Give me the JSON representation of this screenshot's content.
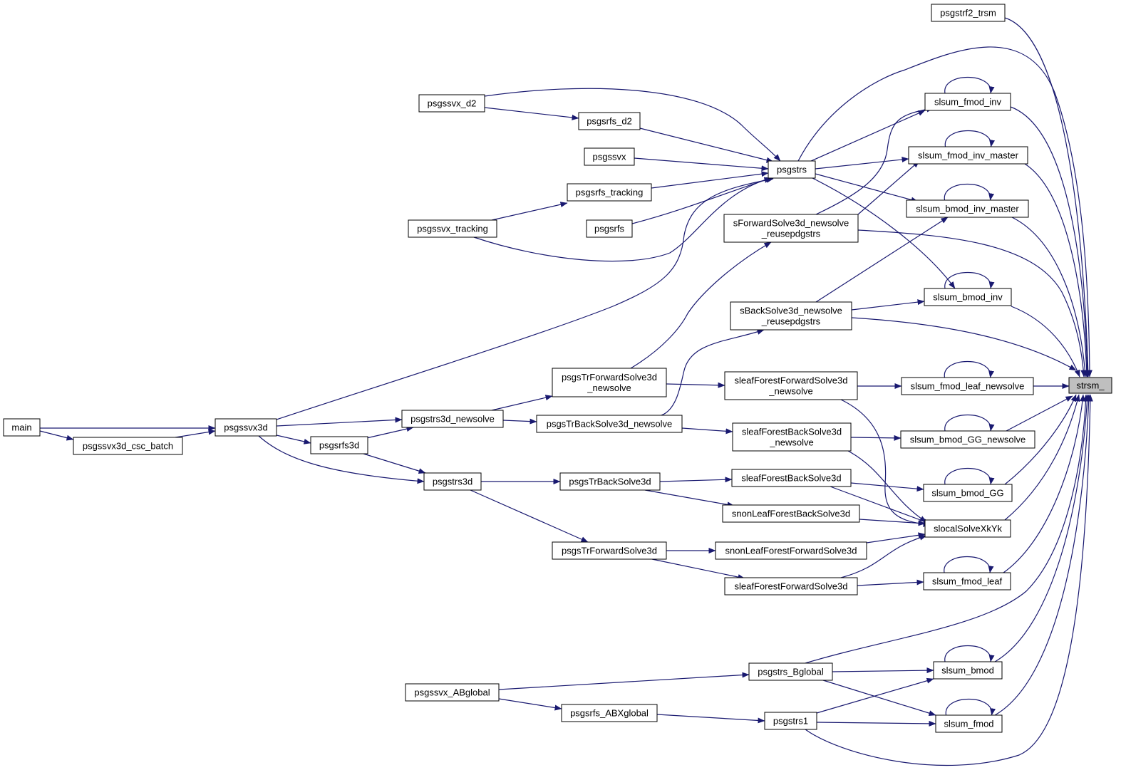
{
  "graph": {
    "type": "caller-graph",
    "edge_color": "#191970",
    "target_fill": "#bfbfbf",
    "nodes": [
      {
        "id": "strsm",
        "label": "strsm_",
        "target": true
      },
      {
        "id": "psgstrf2_trsm",
        "label": "psgstrf2_trsm"
      },
      {
        "id": "slsum_fmod_inv",
        "label": "slsum_fmod_inv"
      },
      {
        "id": "slsum_fmod_inv_master",
        "label": "slsum_fmod_inv_master"
      },
      {
        "id": "slsum_bmod_inv_master",
        "label": "slsum_bmod_inv_master"
      },
      {
        "id": "slsum_bmod_inv",
        "label": "slsum_bmod_inv"
      },
      {
        "id": "slsum_fmod_leaf_newsolve",
        "label": "slsum_fmod_leaf_newsolve"
      },
      {
        "id": "slsum_bmod_GG_newsolve",
        "label": "slsum_bmod_GG_newsolve"
      },
      {
        "id": "slsum_bmod_GG",
        "label": "slsum_bmod_GG"
      },
      {
        "id": "slocalSolveXkYk",
        "label": "slocalSolveXkYk"
      },
      {
        "id": "slsum_fmod_leaf",
        "label": "slsum_fmod_leaf"
      },
      {
        "id": "slsum_bmod",
        "label": "slsum_bmod"
      },
      {
        "id": "slsum_fmod",
        "label": "slsum_fmod"
      },
      {
        "id": "psgstrs",
        "label": "psgstrs"
      },
      {
        "id": "sForwardSolve3d",
        "label": [
          "sForwardSolve3d_newsolve",
          "_reusepdgstrs"
        ]
      },
      {
        "id": "sBackSolve3d",
        "label": [
          "sBackSolve3d_newsolve",
          "_reusepdgstrs"
        ]
      },
      {
        "id": "sleafForestForwardSolve3d_newsolve",
        "label": [
          "sleafForestForwardSolve3d",
          "_newsolve"
        ]
      },
      {
        "id": "sleafForestBackSolve3d_newsolve",
        "label": [
          "sleafForestBackSolve3d",
          "_newsolve"
        ]
      },
      {
        "id": "sleafForestBackSolve3d",
        "label": "sleafForestBackSolve3d"
      },
      {
        "id": "snonLeafForestBackSolve3d",
        "label": "snonLeafForestBackSolve3d"
      },
      {
        "id": "snonLeafForestForwardSolve3d",
        "label": "snonLeafForestForwardSolve3d"
      },
      {
        "id": "sleafForestForwardSolve3d",
        "label": "sleafForestForwardSolve3d"
      },
      {
        "id": "psgstrs_Bglobal",
        "label": "psgstrs_Bglobal"
      },
      {
        "id": "psgstrs1",
        "label": "psgstrs1"
      },
      {
        "id": "psgssvx_d2",
        "label": "psgssvx_d2"
      },
      {
        "id": "psgsrfs_d2",
        "label": "psgsrfs_d2"
      },
      {
        "id": "psgssvx",
        "label": "psgssvx"
      },
      {
        "id": "psgsrfs_tracking",
        "label": "psgsrfs_tracking"
      },
      {
        "id": "psgssvx_tracking",
        "label": "psgssvx_tracking"
      },
      {
        "id": "psgsrfs",
        "label": "psgsrfs"
      },
      {
        "id": "psgsTrForwardSolve3d_newsolve",
        "label": [
          "psgsTrForwardSolve3d",
          "_newsolve"
        ]
      },
      {
        "id": "psgsTrBackSolve3d_newsolve",
        "label": "psgsTrBackSolve3d_newsolve"
      },
      {
        "id": "psgstrs3d_newsolve",
        "label": "psgstrs3d_newsolve"
      },
      {
        "id": "psgsTrBackSolve3d",
        "label": "psgsTrBackSolve3d"
      },
      {
        "id": "psgsTrForwardSolve3d",
        "label": "psgsTrForwardSolve3d"
      },
      {
        "id": "psgstrs3d",
        "label": "psgstrs3d"
      },
      {
        "id": "psgsrfs3d",
        "label": "psgsrfs3d"
      },
      {
        "id": "psgssvx3d",
        "label": "psgssvx3d"
      },
      {
        "id": "psgssvx3d_csc_batch",
        "label": "psgssvx3d_csc_batch"
      },
      {
        "id": "main",
        "label": "main"
      },
      {
        "id": "psgssvx_ABglobal",
        "label": "psgssvx_ABglobal"
      },
      {
        "id": "psgsrfs_ABXglobal",
        "label": "psgsrfs_ABXglobal"
      }
    ],
    "edges": [
      [
        "psgstrf2_trsm",
        "strsm"
      ],
      [
        "psgstrs",
        "strsm"
      ],
      [
        "slsum_fmod_inv",
        "strsm"
      ],
      [
        "slsum_fmod_inv_master",
        "strsm"
      ],
      [
        "slsum_bmod_inv_master",
        "strsm"
      ],
      [
        "sForwardSolve3d",
        "strsm"
      ],
      [
        "slsum_bmod_inv",
        "strsm"
      ],
      [
        "sBackSolve3d",
        "strsm"
      ],
      [
        "slsum_fmod_leaf_newsolve",
        "strsm"
      ],
      [
        "slsum_bmod_GG_newsolve",
        "strsm"
      ],
      [
        "slsum_bmod_GG",
        "strsm"
      ],
      [
        "slocalSolveXkYk",
        "strsm"
      ],
      [
        "slsum_fmod_leaf",
        "strsm"
      ],
      [
        "psgstrs_Bglobal",
        "strsm"
      ],
      [
        "slsum_bmod",
        "strsm"
      ],
      [
        "slsum_fmod",
        "strsm"
      ],
      [
        "psgstrs1",
        "strsm"
      ],
      [
        "slsum_fmod_inv",
        "slsum_fmod_inv"
      ],
      [
        "slsum_fmod_inv_master",
        "slsum_fmod_inv_master"
      ],
      [
        "slsum_bmod_inv_master",
        "slsum_bmod_inv_master"
      ],
      [
        "slsum_bmod_inv",
        "slsum_bmod_inv"
      ],
      [
        "slsum_fmod_leaf_newsolve",
        "slsum_fmod_leaf_newsolve"
      ],
      [
        "slsum_bmod_GG_newsolve",
        "slsum_bmod_GG_newsolve"
      ],
      [
        "slsum_bmod_GG",
        "slsum_bmod_GG"
      ],
      [
        "slsum_fmod_leaf",
        "slsum_fmod_leaf"
      ],
      [
        "slsum_bmod",
        "slsum_bmod"
      ],
      [
        "slsum_fmod",
        "slsum_fmod"
      ],
      [
        "psgstrs",
        "slsum_fmod_inv"
      ],
      [
        "psgstrs",
        "slsum_fmod_inv_master"
      ],
      [
        "psgstrs",
        "slsum_bmod_inv_master"
      ],
      [
        "psgstrs",
        "slsum_bmod_inv"
      ],
      [
        "sForwardSolve3d",
        "slsum_fmod_inv"
      ],
      [
        "sForwardSolve3d",
        "slsum_fmod_inv_master"
      ],
      [
        "sBackSolve3d",
        "slsum_bmod_inv_master"
      ],
      [
        "sBackSolve3d",
        "slsum_bmod_inv"
      ],
      [
        "sleafForestForwardSolve3d_newsolve",
        "slsum_fmod_leaf_newsolve"
      ],
      [
        "sleafForestForwardSolve3d_newsolve",
        "slocalSolveXkYk"
      ],
      [
        "sleafForestBackSolve3d_newsolve",
        "slsum_bmod_GG_newsolve"
      ],
      [
        "sleafForestBackSolve3d_newsolve",
        "slocalSolveXkYk"
      ],
      [
        "sleafForestBackSolve3d",
        "slsum_bmod_GG"
      ],
      [
        "sleafForestBackSolve3d",
        "slocalSolveXkYk"
      ],
      [
        "snonLeafForestBackSolve3d",
        "slocalSolveXkYk"
      ],
      [
        "snonLeafForestForwardSolve3d",
        "slocalSolveXkYk"
      ],
      [
        "sleafForestForwardSolve3d",
        "slocalSolveXkYk"
      ],
      [
        "sleafForestForwardSolve3d",
        "slsum_fmod_leaf"
      ],
      [
        "psgstrs_Bglobal",
        "slsum_bmod"
      ],
      [
        "psgstrs_Bglobal",
        "slsum_fmod"
      ],
      [
        "psgstrs1",
        "slsum_bmod"
      ],
      [
        "psgstrs1",
        "slsum_fmod"
      ],
      [
        "psgssvx_d2",
        "psgstrs"
      ],
      [
        "psgssvx_d2",
        "psgsrfs_d2"
      ],
      [
        "psgsrfs_d2",
        "psgstrs"
      ],
      [
        "psgssvx",
        "psgstrs"
      ],
      [
        "psgsrfs_tracking",
        "psgstrs"
      ],
      [
        "psgssvx_tracking",
        "psgsrfs_tracking"
      ],
      [
        "psgssvx_tracking",
        "psgstrs"
      ],
      [
        "psgsrfs",
        "psgstrs"
      ],
      [
        "psgssvx3d",
        "psgstrs"
      ],
      [
        "psgsTrForwardSolve3d_newsolve",
        "sForwardSolve3d"
      ],
      [
        "psgsTrForwardSolve3d_newsolve",
        "sleafForestForwardSolve3d_newsolve"
      ],
      [
        "psgsTrBackSolve3d_newsolve",
        "sBackSolve3d"
      ],
      [
        "psgsTrBackSolve3d_newsolve",
        "sleafForestBackSolve3d_newsolve"
      ],
      [
        "psgstrs3d_newsolve",
        "psgsTrForwardSolve3d_newsolve"
      ],
      [
        "psgstrs3d_newsolve",
        "psgsTrBackSolve3d_newsolve"
      ],
      [
        "psgsTrBackSolve3d",
        "sleafForestBackSolve3d"
      ],
      [
        "psgsTrBackSolve3d",
        "snonLeafForestBackSolve3d"
      ],
      [
        "psgsTrForwardSolve3d",
        "snonLeafForestForwardSolve3d"
      ],
      [
        "psgsTrForwardSolve3d",
        "sleafForestForwardSolve3d"
      ],
      [
        "psgstrs3d",
        "psgsTrBackSolve3d"
      ],
      [
        "psgstrs3d",
        "psgsTrForwardSolve3d"
      ],
      [
        "psgsrfs3d",
        "psgstrs3d_newsolve"
      ],
      [
        "psgsrfs3d",
        "psgstrs3d"
      ],
      [
        "psgssvx3d",
        "psgstrs3d_newsolve"
      ],
      [
        "psgssvx3d",
        "psgsrfs3d"
      ],
      [
        "psgssvx3d",
        "psgstrs3d"
      ],
      [
        "main",
        "psgssvx3d"
      ],
      [
        "main",
        "psgssvx3d_csc_batch"
      ],
      [
        "psgssvx3d_csc_batch",
        "psgssvx3d"
      ],
      [
        "psgssvx_ABglobal",
        "psgstrs_Bglobal"
      ],
      [
        "psgssvx_ABglobal",
        "psgsrfs_ABXglobal"
      ],
      [
        "psgsrfs_ABXglobal",
        "psgstrs1"
      ]
    ]
  }
}
